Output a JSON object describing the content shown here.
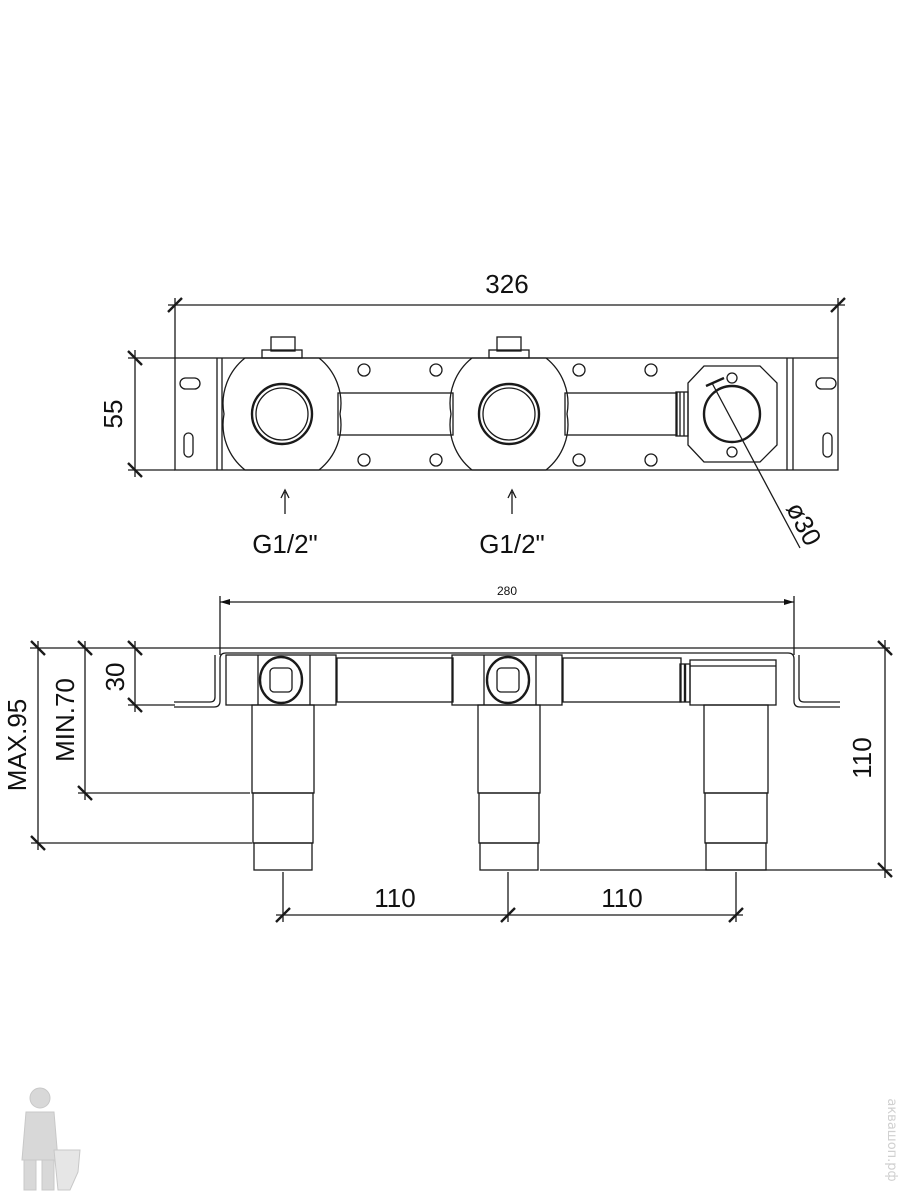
{
  "top_view": {
    "overall_width": "326",
    "height": "55",
    "inlet_left": "G1/2\"",
    "inlet_right": "G1/2\"",
    "outlet_diameter": "ø30"
  },
  "side_view": {
    "mount_spacing": "280",
    "body_depth": "30",
    "min_depth": "MIN.70",
    "max_depth": "MAX.95",
    "total_depth": "110",
    "spacing_left": "110",
    "spacing_right": "110"
  },
  "watermark": "аквашоп.рф"
}
